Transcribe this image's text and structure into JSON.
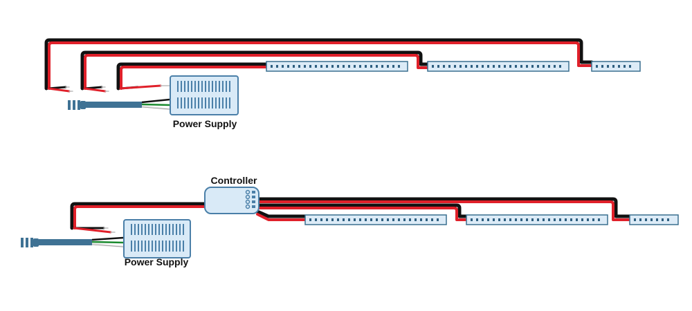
{
  "diagrams": [
    {
      "id": "top",
      "power_supply_label": "Power Supply",
      "strips": [
        "strip-1",
        "strip-2",
        "strip-3"
      ]
    },
    {
      "id": "bottom",
      "controller_label": "Controller",
      "power_supply_label": "Power Supply",
      "strips": [
        "strip-1",
        "strip-2",
        "strip-3"
      ]
    }
  ],
  "colors": {
    "wire_black": "#111111",
    "wire_red": "#e0202a",
    "strip_fill": "#dcebf7",
    "strip_border": "#3a6f8f",
    "led": "#2e5f80",
    "device_fill": "#d9eaf7",
    "device_border": "#4a7fa8",
    "plug": "#3f7294"
  },
  "icons": [
    "plug-icon",
    "power-supply-icon",
    "controller-icon",
    "led-strip-icon"
  ]
}
